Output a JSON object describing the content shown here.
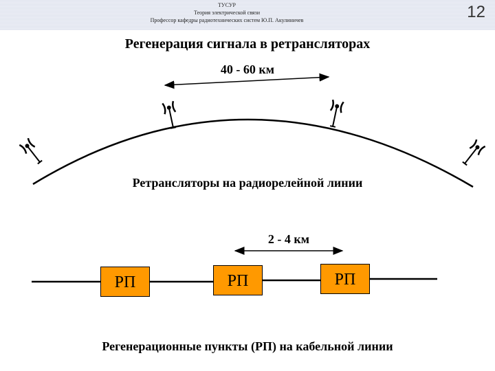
{
  "header": {
    "line1": "ТУСУР",
    "line2": "Теория электрической связи",
    "line3": "Профессор кафедры радиотехнических систем Ю.П. Акулиничев",
    "page_number": "12"
  },
  "title": "Регенерация сигнала в ретрансляторах",
  "radio_relay": {
    "distance_label": "40 - 60 км",
    "caption": "Ретрансляторы на радиорелейной линии",
    "antenna_icons": [
      "antenna-icon",
      "antenna-icon",
      "antenna-icon",
      "antenna-icon"
    ]
  },
  "cable": {
    "distance_label": "2 - 4 км",
    "caption": "Регенерационные пункты (РП) на кабельной линии",
    "boxes": [
      "РП",
      "РП",
      "РП"
    ],
    "box_color": "#ff9900"
  }
}
